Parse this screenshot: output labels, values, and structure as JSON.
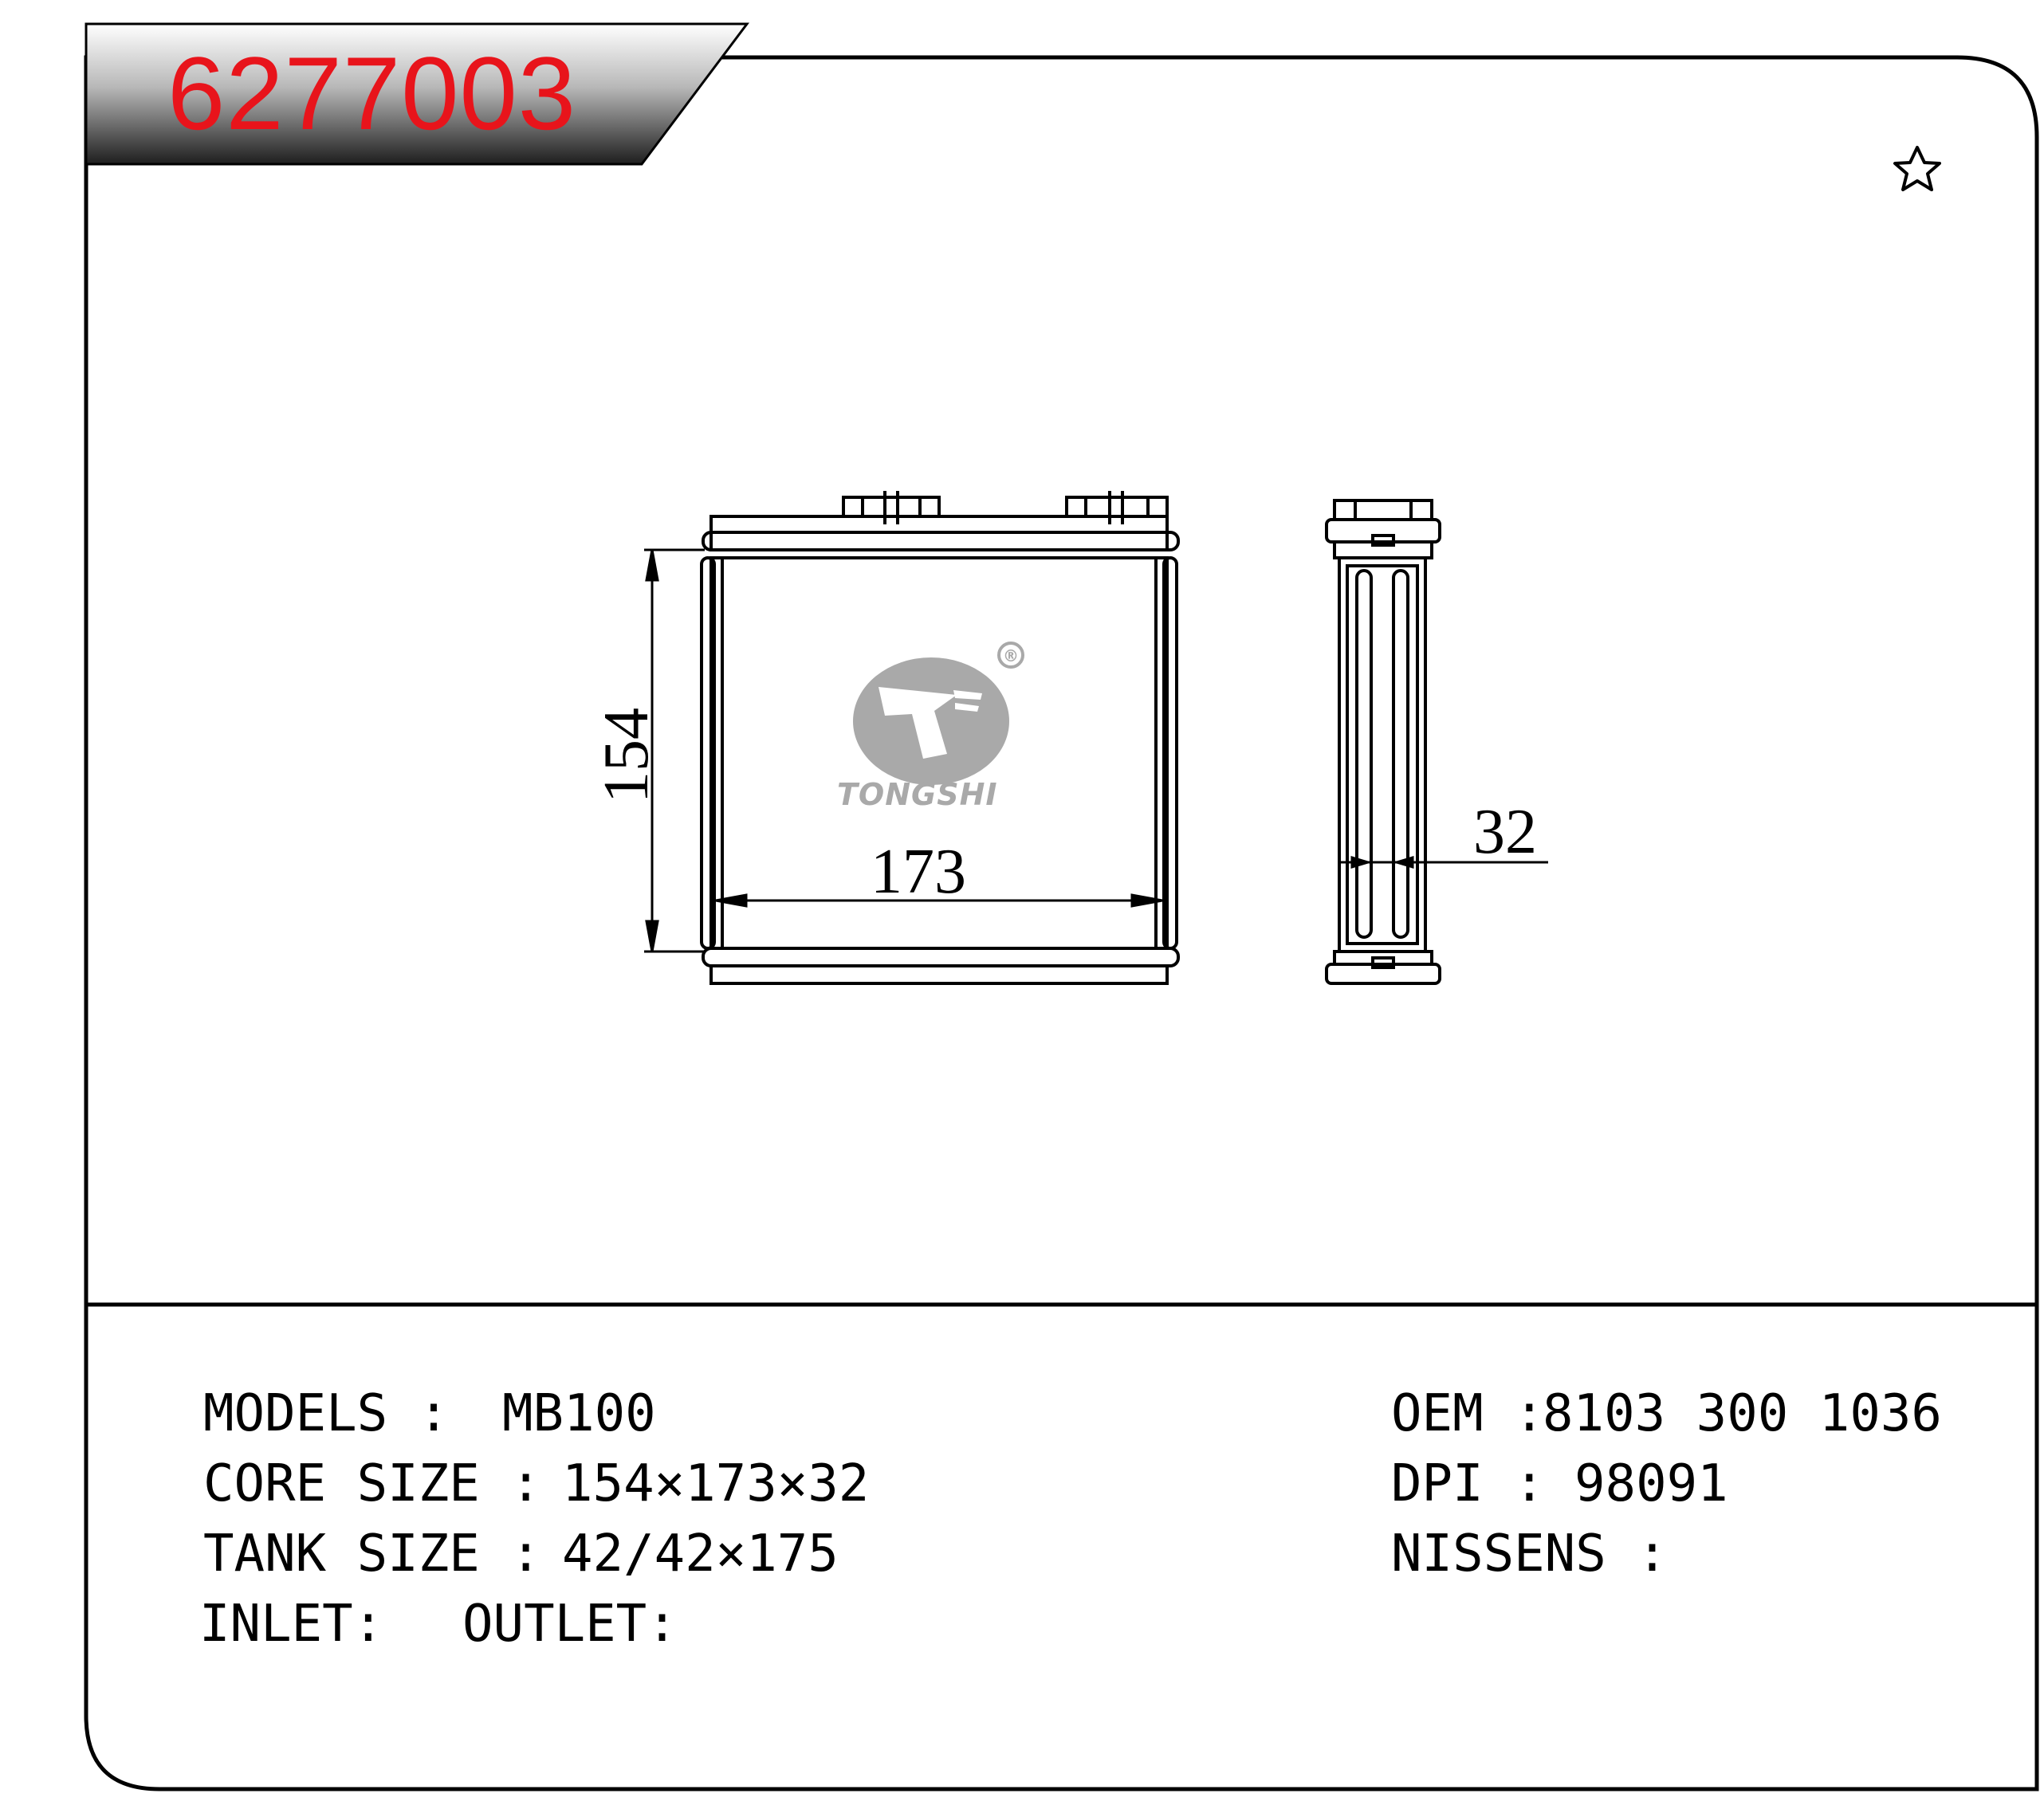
{
  "header": {
    "part_number": "6277003"
  },
  "icons": {
    "favorite": "star-outline-icon",
    "logo": "tongshi-logo"
  },
  "drawing": {
    "height_label": "154",
    "width_label": "173",
    "depth_label": "32",
    "brand": "TONGSHI",
    "registered": "®"
  },
  "specs": {
    "models_label": "MODELS :",
    "models_value": "MB100",
    "core_label": "CORE SIZE :",
    "core_value": "154×173×32",
    "tank_label": "TANK SIZE :",
    "tank_value": "42/42×175",
    "inlet_label": "INLET:",
    "outlet_label": "OUTLET:",
    "oem_label": "OEM :",
    "oem_value": "8103 300 1036",
    "dpi_label": "DPI :",
    "dpi_value": "98091",
    "nissens_label": "NISSENS :"
  },
  "colors": {
    "part_number": "#e8141b",
    "logo_gray": "#a9a9a9"
  }
}
